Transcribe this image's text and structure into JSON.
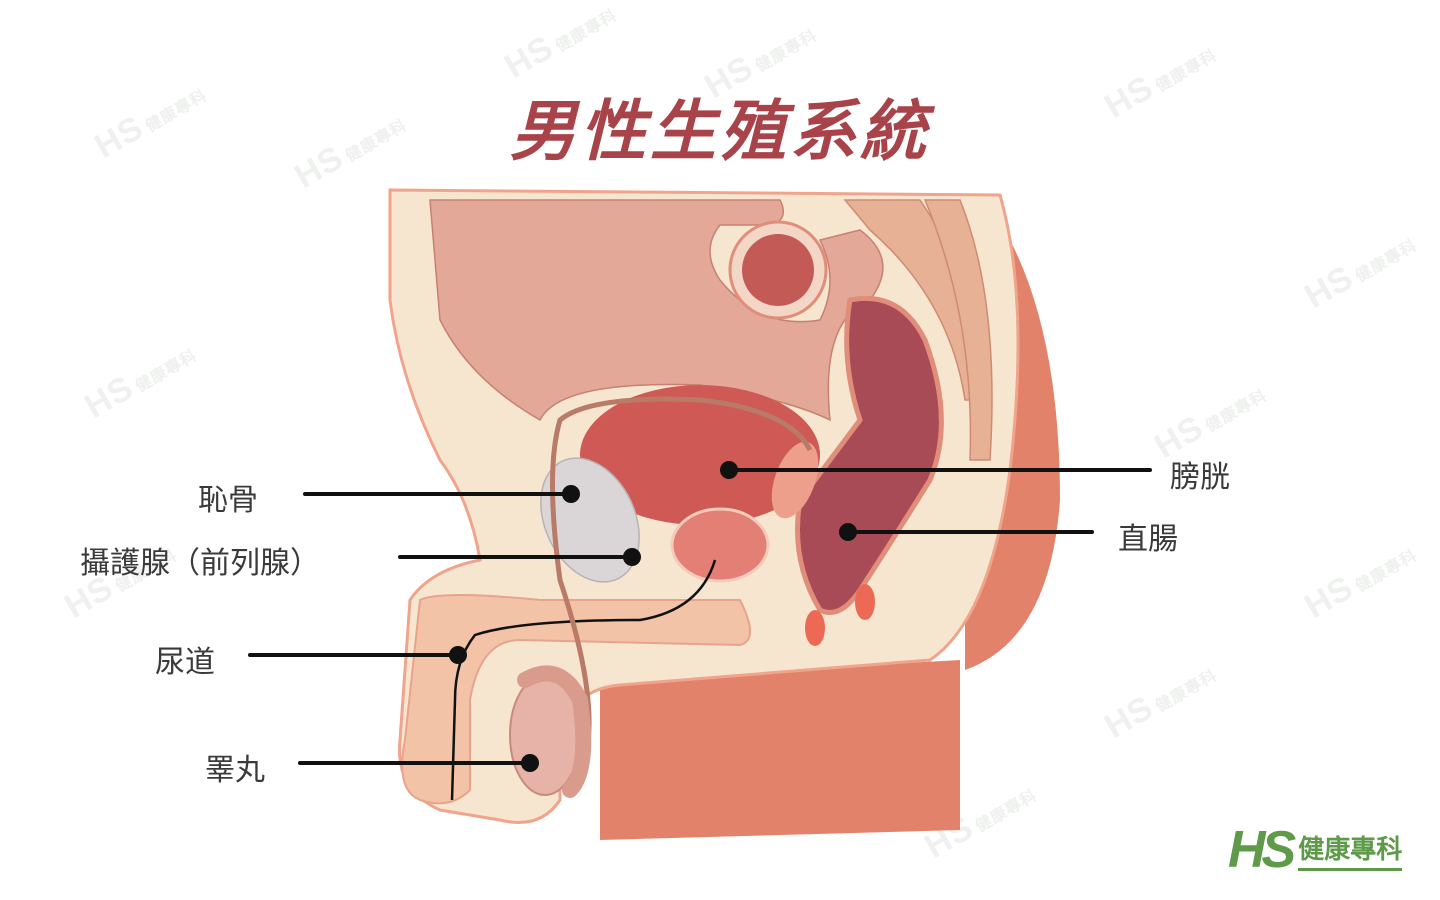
{
  "title": "男性生殖系統",
  "labels": {
    "pubic_bone": "恥骨",
    "prostate": "攝護腺（前列腺）",
    "urethra": "尿道",
    "testis": "睪丸",
    "bladder": "膀胱",
    "rectum": "直腸"
  },
  "watermark": {
    "mark": "HS",
    "text": "健康專科"
  },
  "logo": {
    "mark": "HS",
    "text": "健康專科"
  },
  "colors": {
    "title": "#a8434a",
    "logo_green": "#5e9a4a",
    "skin": "#f6e6cf",
    "flesh": "#e3826a",
    "bladder": "#cf5a55",
    "rectum": "#a94a57",
    "abdomen": "#e3a898"
  }
}
